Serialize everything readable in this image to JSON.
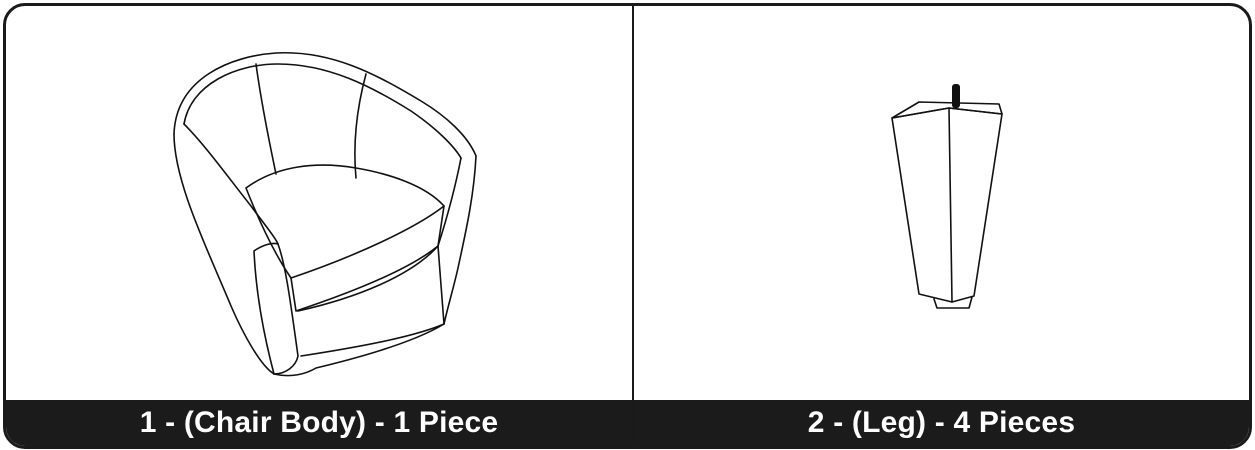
{
  "panels": [
    {
      "caption": "1 - (Chair Body) - 1 Piece",
      "illustration": "swivel-chair-body"
    },
    {
      "caption": "2 - (Leg) - 4 Pieces",
      "illustration": "tapered-chair-leg"
    }
  ]
}
